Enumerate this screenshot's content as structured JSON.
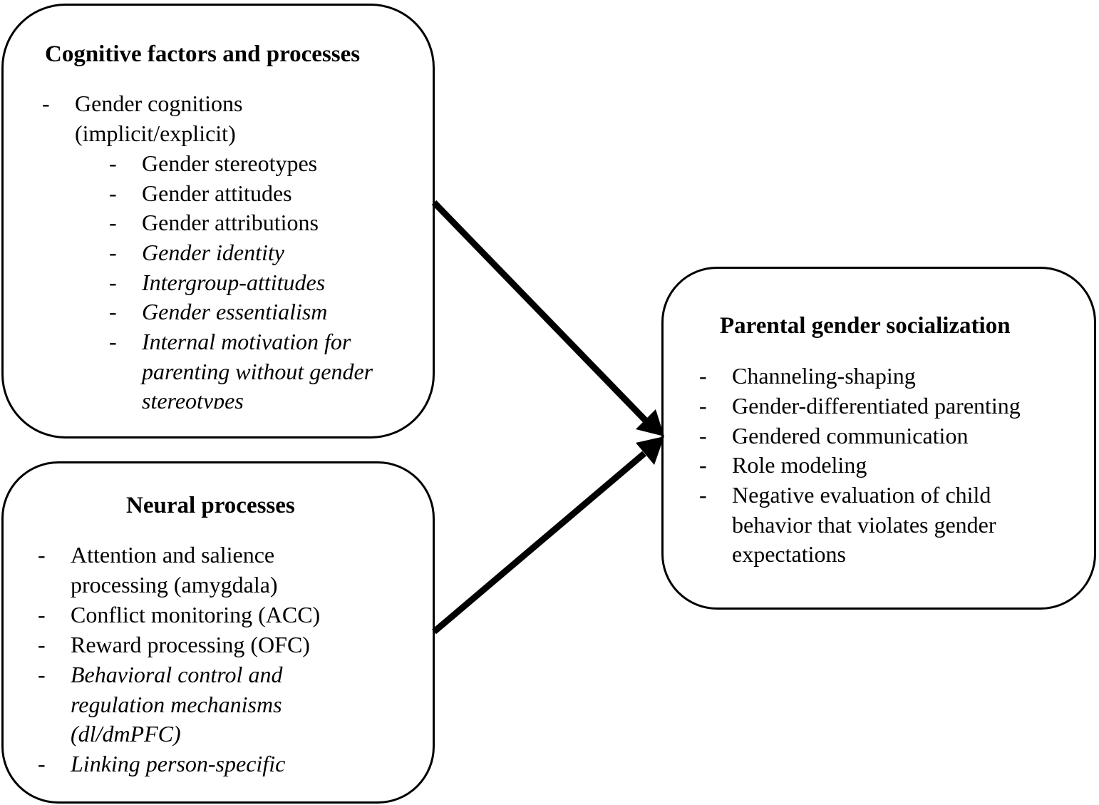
{
  "cognitive": {
    "title": "Cognitive factors and processes",
    "items": [
      {
        "dash": "-",
        "text": "Gender cognitions (implicit/explicit)"
      },
      {
        "dash": "-",
        "text": "Gender stereotypes"
      },
      {
        "dash": "-",
        "text": "Gender attitudes"
      },
      {
        "dash": "-",
        "text": "Gender attributions"
      },
      {
        "dash": "-",
        "text": "Gender identity"
      },
      {
        "dash": "-",
        "text": "Intergroup-attitudes"
      },
      {
        "dash": "-",
        "text": "Gender essentialism"
      },
      {
        "dash": "-",
        "text": "Internal motivation for parenting without gender stereotypes"
      }
    ]
  },
  "neural": {
    "title": "Neural processes",
    "items": [
      {
        "dash": "-",
        "text": "Attention and salience processing (amygdala)"
      },
      {
        "dash": "-",
        "text": "Conflict monitoring (ACC)"
      },
      {
        "dash": "-",
        "text": "Reward processing (OFC)"
      },
      {
        "dash": "-",
        "text": "Behavioral control and regulation mechanisms (dl/dmPFC)"
      },
      {
        "dash": "-",
        "text": "Linking person-specific"
      }
    ]
  },
  "parental": {
    "title": "Parental gender socialization",
    "items": [
      {
        "dash": "-",
        "text": "Channeling-shaping"
      },
      {
        "dash": "-",
        "text": "Gender-differentiated parenting"
      },
      {
        "dash": "-",
        "text": "Gendered communication"
      },
      {
        "dash": "-",
        "text": "Role modeling"
      },
      {
        "dash": "-",
        "text": "Negative evaluation of child behavior that violates gender expectations"
      }
    ]
  }
}
